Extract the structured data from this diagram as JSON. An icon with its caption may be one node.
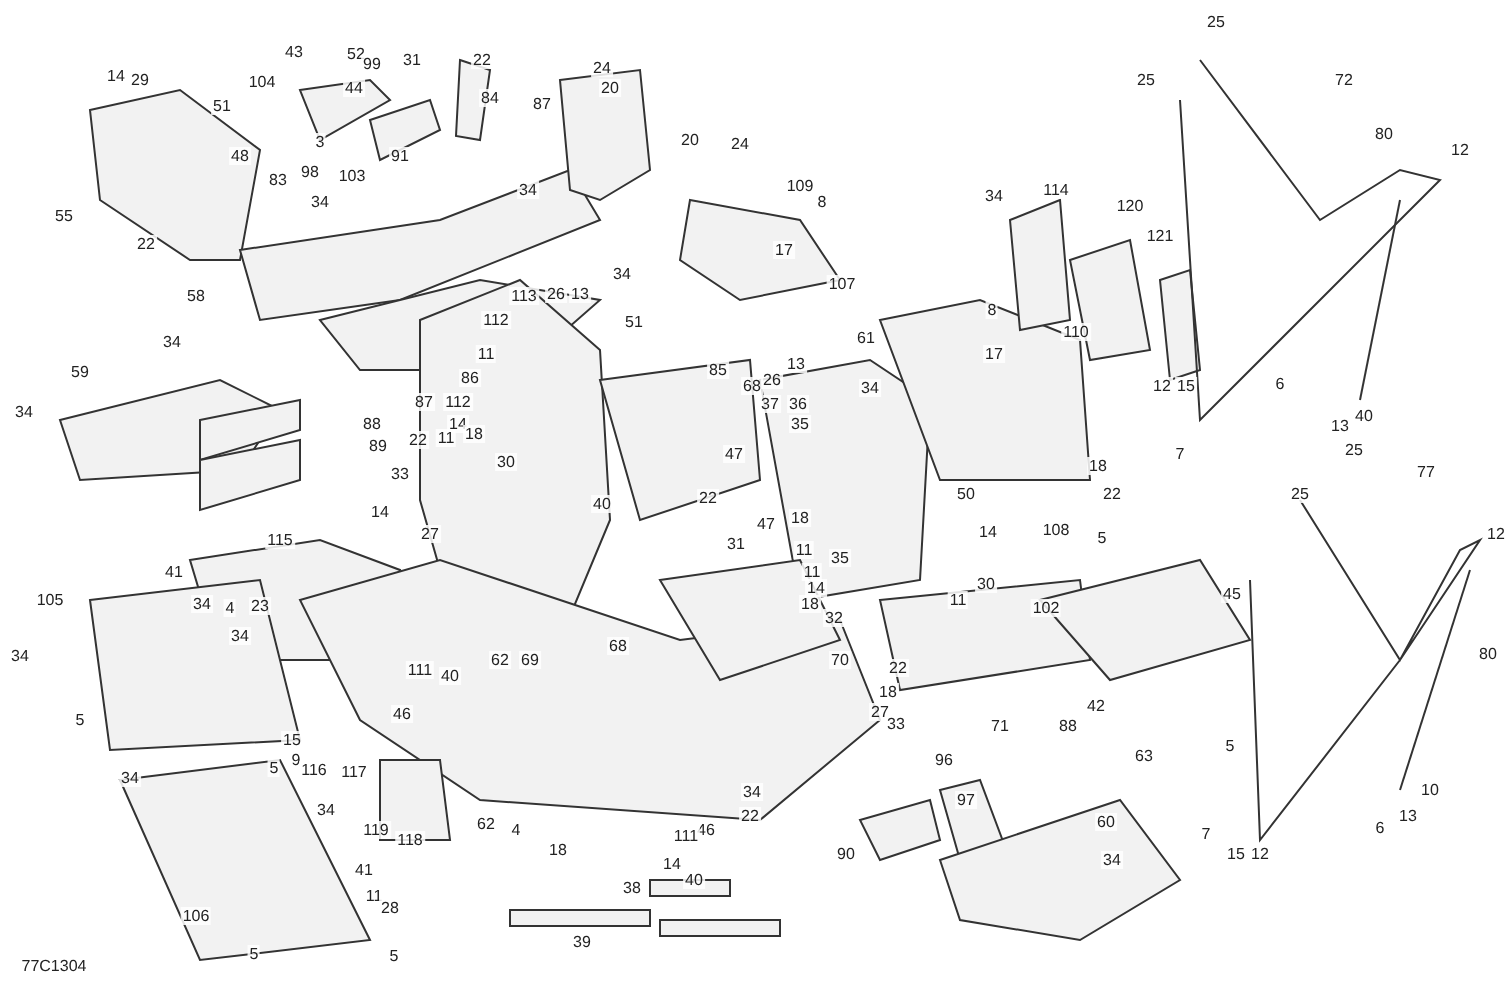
{
  "diagram": {
    "labels": [
      "25",
      "43",
      "52",
      "31",
      "22",
      "99",
      "24",
      "14",
      "29",
      "25",
      "72",
      "104",
      "44",
      "20",
      "84",
      "87",
      "51",
      "80",
      "20",
      "3",
      "24",
      "12",
      "48",
      "91",
      "98",
      "103",
      "83",
      "109",
      "34",
      "114",
      "34",
      "34",
      "8",
      "120",
      "55",
      "121",
      "22",
      "17",
      "34",
      "107",
      "113",
      "26",
      "13",
      "58",
      "8",
      "112",
      "51",
      "110",
      "61",
      "34",
      "11",
      "17",
      "13",
      "85",
      "59",
      "86",
      "26",
      "12",
      "15",
      "6",
      "68",
      "34",
      "112",
      "87",
      "37",
      "36",
      "34",
      "40",
      "88",
      "14",
      "35",
      "13",
      "18",
      "11",
      "22",
      "89",
      "25",
      "7",
      "47",
      "33",
      "30",
      "18",
      "77",
      "22",
      "50",
      "25",
      "22",
      "40",
      "14",
      "18",
      "47",
      "108",
      "14",
      "12",
      "27",
      "5",
      "115",
      "31",
      "11",
      "35",
      "41",
      "11",
      "30",
      "14",
      "45",
      "105",
      "11",
      "34",
      "23",
      "4",
      "18",
      "102",
      "32",
      "34",
      "68",
      "34",
      "80",
      "62",
      "69",
      "70",
      "22",
      "111",
      "40",
      "18",
      "42",
      "27",
      "46",
      "5",
      "33",
      "71",
      "88",
      "15",
      "5",
      "63",
      "9",
      "96",
      "5",
      "116",
      "117",
      "34",
      "10",
      "34",
      "97",
      "34",
      "13",
      "22",
      "60",
      "62",
      "6",
      "4",
      "46",
      "119",
      "7",
      "111",
      "118",
      "18",
      "90",
      "15",
      "12",
      "34",
      "14",
      "41",
      "40",
      "38",
      "11",
      "28",
      "106",
      "39",
      "5",
      "5",
      "77C1304"
    ]
  }
}
